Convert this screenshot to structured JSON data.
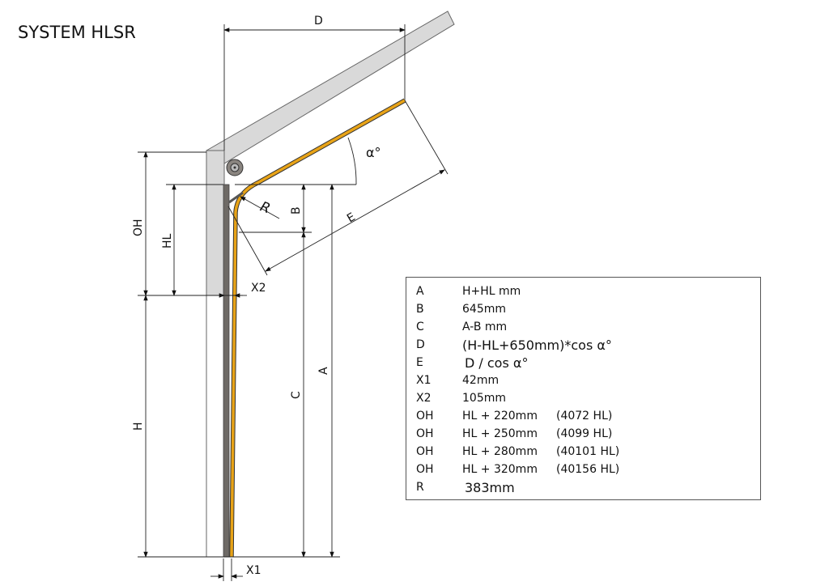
{
  "title": "SYSTEM HLSR",
  "labels": {
    "D": "D",
    "alpha": "α°",
    "R": "R",
    "B": "B",
    "E": "E",
    "OH": "OH",
    "HL": "HL",
    "X2": "X2",
    "A": "A",
    "C": "C",
    "H": "H",
    "X1": "X1"
  },
  "colors": {
    "track": "#e8a317",
    "wall": "#d4d4d4",
    "door": "#6e6a66"
  },
  "legend": [
    {
      "key": "A",
      "value": "H+HL mm",
      "note": ""
    },
    {
      "key": "B",
      "value": "645mm",
      "note": ""
    },
    {
      "key": "C",
      "value": "A-B mm",
      "note": ""
    },
    {
      "key": "D",
      "value": "(H-HL+650mm)*cos α°",
      "note": ""
    },
    {
      "key": "E",
      "value": "D / cos α°",
      "note": ""
    },
    {
      "key": "X1",
      "value": "42mm",
      "note": ""
    },
    {
      "key": "X2",
      "value": "105mm",
      "note": ""
    },
    {
      "key": "OH",
      "value": "HL + 220mm",
      "note": "(4072 HL)"
    },
    {
      "key": "OH",
      "value": "HL + 250mm",
      "note": "(4099 HL)"
    },
    {
      "key": "OH",
      "value": "HL + 280mm",
      "note": "(40101 HL)"
    },
    {
      "key": "OH",
      "value": "HL + 320mm",
      "note": "(40156 HL)"
    },
    {
      "key": "R",
      "value": "383mm",
      "note": ""
    }
  ]
}
